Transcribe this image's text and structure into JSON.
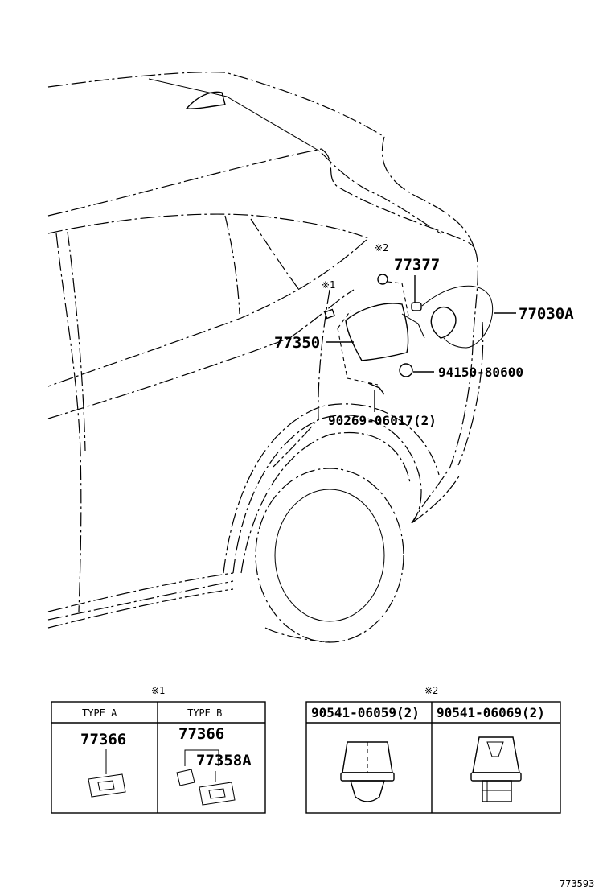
{
  "callouts": {
    "p77377": "77377",
    "p77030A": "77030A",
    "p77350": "77350",
    "p94150": "94150-80600",
    "p90269": "90269-06017(2)"
  },
  "notes": {
    "note1": "※1",
    "note2": "※2"
  },
  "table1": {
    "header": "※1",
    "col_a": "TYPE A",
    "col_b": "TYPE B",
    "a_part": "77366",
    "b_part1": "77366",
    "b_part2": "77358A"
  },
  "table2": {
    "header": "※2",
    "col_1": "90541-06059(2)",
    "col_2": "90541-06069(2)"
  },
  "figure_id": "773593"
}
